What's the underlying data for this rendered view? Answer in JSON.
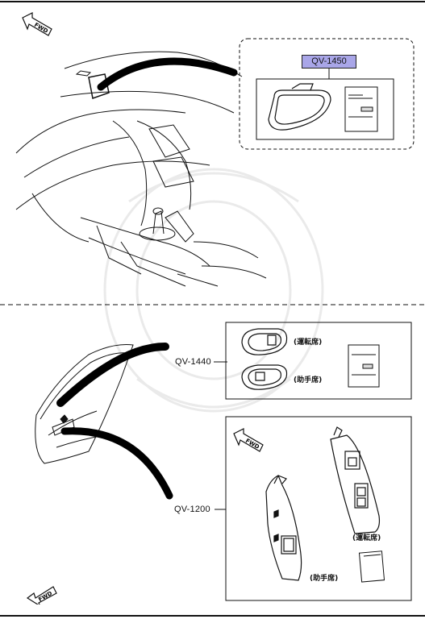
{
  "top_section": {
    "fwd_label": "FWD",
    "mirror_part_code": "QV-1450",
    "colors": {
      "highlight": "#a9a6e8",
      "line": "#111111"
    }
  },
  "bottom_section": {
    "switch_panel_part_code": "QV-1440",
    "panel_set_part_code": "QV-1200",
    "driver_seat_label": "(運転席)",
    "passenger_seat_label": "(助手席)",
    "driver_seat_label_2": "(運転席)",
    "passenger_seat_label_2": "(助手席)",
    "fwd_label_inset": "FWD",
    "fwd_label_corner": "FWD"
  }
}
